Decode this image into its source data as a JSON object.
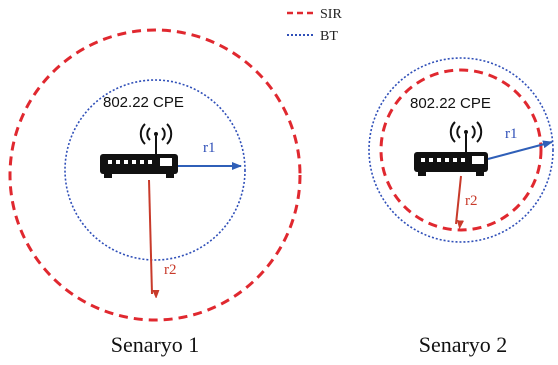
{
  "legend": {
    "items": [
      {
        "label": "SIR",
        "color": "#e0282f",
        "style": "dashed"
      },
      {
        "label": "BT",
        "color": "#2f4fb8",
        "style": "dotted"
      }
    ]
  },
  "scenarios": [
    {
      "device_label": "802.22 CPE",
      "r1_label": "r1",
      "r2_label": "r2",
      "caption": "Senaryo 1"
    },
    {
      "device_label": "802.22 CPE",
      "r1_label": "r1",
      "r2_label": "r2",
      "caption": "Senaryo 2"
    }
  ],
  "colors": {
    "sir": "#e0282f",
    "bt": "#2f4fb8",
    "r1_arrow": "#2f5fb8",
    "r2_arrow": "#c83a2a",
    "device": "#111111"
  }
}
